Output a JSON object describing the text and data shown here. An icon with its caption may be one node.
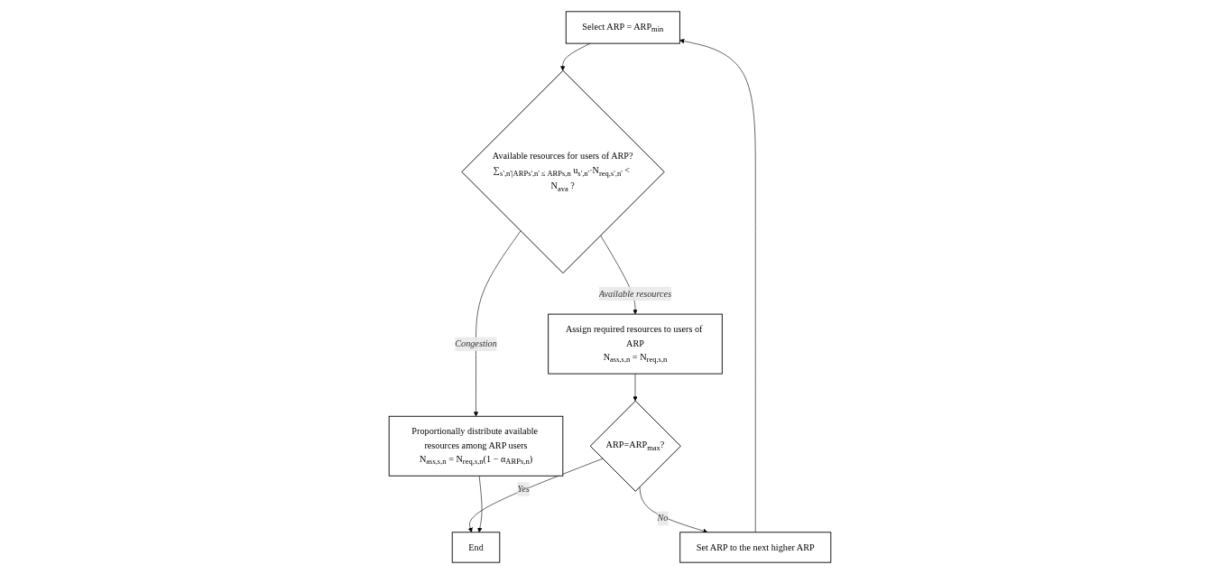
{
  "diagram": {
    "nodes": [
      {
        "text": [
          "Select ARP = ARP$_{min}$"
        ]
      },
      {
        "text": [
          "Available resources for users of ARP?",
          "∑$_{s',n'|ARPs',n' ≤ ARPs,n}$ u$_{s',n'}$·N$_{req,s',n'}$ < N$_{ava}$ ?"
        ]
      },
      {
        "text": [
          "Proportionally distribute available resources among ARP users",
          "N$_{ass,s,n}$ = N$_{req,s,n}$(1 − α$_{ARPs,n}$)"
        ]
      },
      {
        "text": [
          "Assign required resources to users of ARP",
          "N$_{ass,s,n}$ = N$_{req,s,n}$"
        ]
      },
      {
        "text": [
          "Set ARP to the next higher ARP"
        ]
      },
      {
        "text": [
          "ARP=ARP$_{max}$?"
        ]
      },
      {
        "text": [
          "End"
        ]
      }
    ],
    "edges": [
      {
        "from": 0,
        "to": 1,
        "arrow": "to"
      },
      {
        "from": 1,
        "to": 2,
        "arrow": "to",
        "label": "Congestion"
      },
      {
        "from": 1,
        "to": 3,
        "arrow": "to",
        "label": "Available resources"
      },
      {
        "from": 3,
        "to": 5,
        "arrow": "to"
      },
      {
        "from": 5,
        "to": 4,
        "arrow": "to",
        "label": "No"
      },
      {
        "from": 4,
        "to": 0,
        "arrow": "to"
      },
      {
        "from": 5,
        "to": 6,
        "arrow": "to",
        "label": "Yes"
      },
      {
        "from": 2,
        "to": 6,
        "arrow": "to"
      }
    ]
  }
}
